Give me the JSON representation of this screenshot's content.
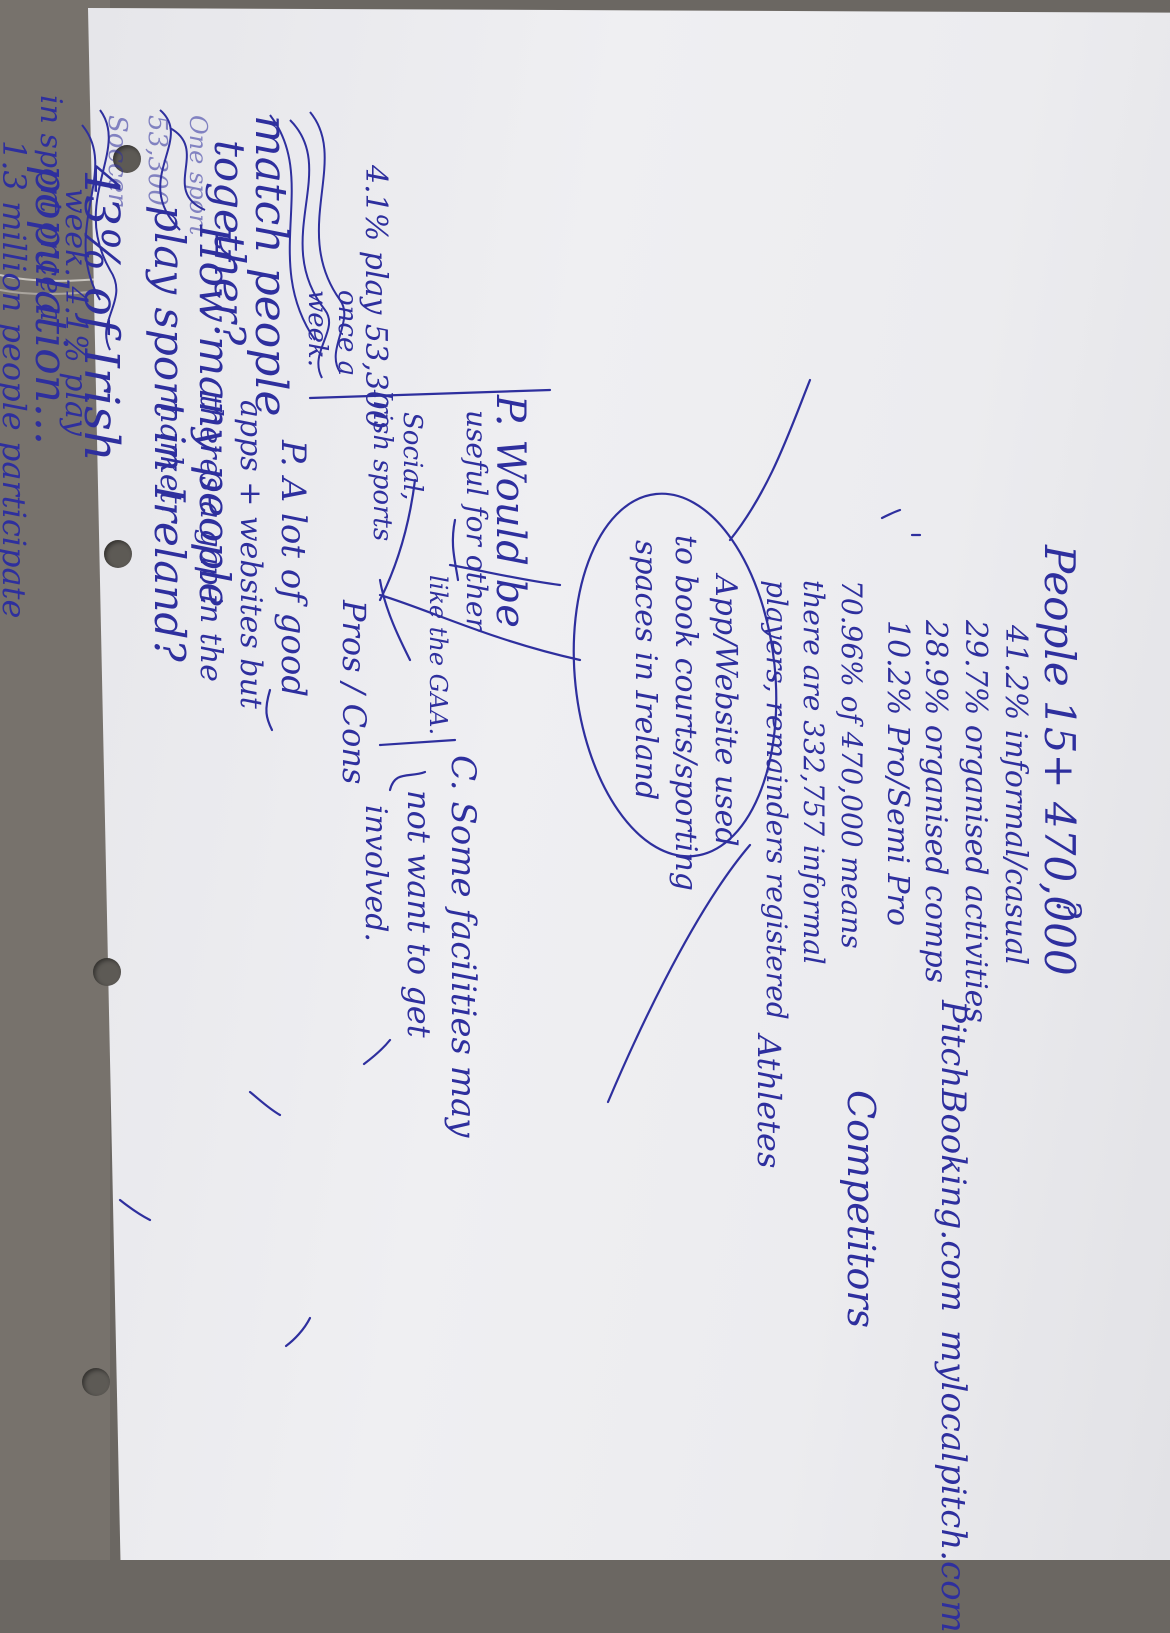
{
  "notes": {
    "match_1": "match people",
    "match_2": "together?",
    "q_1": "How many people",
    "q_2": "play sport in Ireland?",
    "pct_population_1": "43% of Irish",
    "pct_population_2": "population...",
    "participate_1": "1.3 million people participate",
    "participate_2": "in sport once a",
    "participate_3": "week. 4.1% play",
    "soccer_1": "4.1% play 53,300",
    "soccer_2": "once a",
    "soccer_3": "week.",
    "crossed_1": "Soccer",
    "crossed_2": "53,300",
    "crossed_3": "One sport",
    "social": "Social,",
    "irish_sports": "Irish sports",
    "like_gaa": "like the GAA.",
    "useful_1": "P. Would be",
    "useful_2": "useful for other",
    "gap_1": "P. A lot of good",
    "gap_2": "apps + websites but",
    "gap_3": "theres a gap in the",
    "gap_4": "market.",
    "pros_cons": "Pros / Cons",
    "center_1": "App/Website used",
    "center_2": "to book courts/sporting",
    "center_3": "spaces in Ireland",
    "people_1": "People 15+ 470,000",
    "people_2": "41.2% informal/casual",
    "people_3": "29.7% organised activities",
    "people_4": "28.9% organised comps",
    "people_5": "10.2% Pro/Semi Pro",
    "people_6": "70.96% of 470,000 means",
    "people_7": "there are 332,757 informal",
    "people_8": "players, remainders registered",
    "question_mark": "?",
    "facilities_1": "C. Some facilities may",
    "facilities_2": "not want to get",
    "facilities_3": "involved.",
    "athletes": "Athletes",
    "competitors": "Competitors",
    "pitchbooking": "PitchBooking.com",
    "mylocalpitch": "mylocalpitch.com"
  }
}
